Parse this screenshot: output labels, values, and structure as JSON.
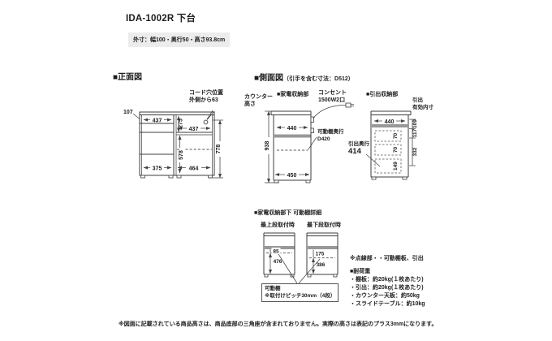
{
  "header": {
    "title": "IDA-1002R 下台",
    "outer_dims": "外寸：幅100・奥行50・高さ93.8cm"
  },
  "front_view": {
    "label": "■正面図",
    "cord_hole_1": "コード穴位置",
    "cord_hole_2": "外側から63",
    "d107": "107",
    "d437_top": "437",
    "d275": "275",
    "d437_right": "437",
    "d578": "578",
    "d778": "778",
    "d375": "375",
    "d464": "464"
  },
  "side_view": {
    "label": "■側面図",
    "sublabel": "（引手を含む寸法：D512）",
    "counter_1": "カウンター",
    "counter_2": "高さ",
    "kaden_label": "■家電収納部",
    "outlet_1": "コンセント",
    "outlet_2": "1500W2口",
    "hikidashi_label": "■引出収納部",
    "yuko_1": "引出",
    "yuko_2": "有効内寸",
    "shelf_depth_1": "可動棚奥行",
    "shelf_depth_2": "D420",
    "drawer_depth_1": "引出奥行",
    "drawer_depth_2": "414",
    "d938": "938",
    "d440_left": "440",
    "d450": "450",
    "d440_right": "440",
    "d70a": "70",
    "d70b": "70",
    "d149": "149",
    "d109": "109",
    "d117": "117",
    "d332": "332"
  },
  "shelf_detail": {
    "label": "■家電収納部下 可動棚詳細",
    "top_pos": "最上段取付時",
    "bottom_pos": "最下段取付時",
    "d85": "85",
    "d476": "476",
    "d175": "175",
    "d386": "386",
    "box_1": "可動棚",
    "box_2": "※取付けピッチ30mm（4段）"
  },
  "notes": {
    "dotted": "※点線部・・可動棚板、引出",
    "load_title": "■耐荷重",
    "load_items": [
      "・棚板：約20kg(１枚あたり)",
      "・引出：約20kg(１枚あたり)",
      "・カウンター天板：約50kg",
      "・スライドテーブル：約10kg"
    ],
    "bottom": "※図面に記載されている商品高さは、商品底部の三角座が含まれておりません。実際の高さは表記のプラス3mmになります。"
  }
}
